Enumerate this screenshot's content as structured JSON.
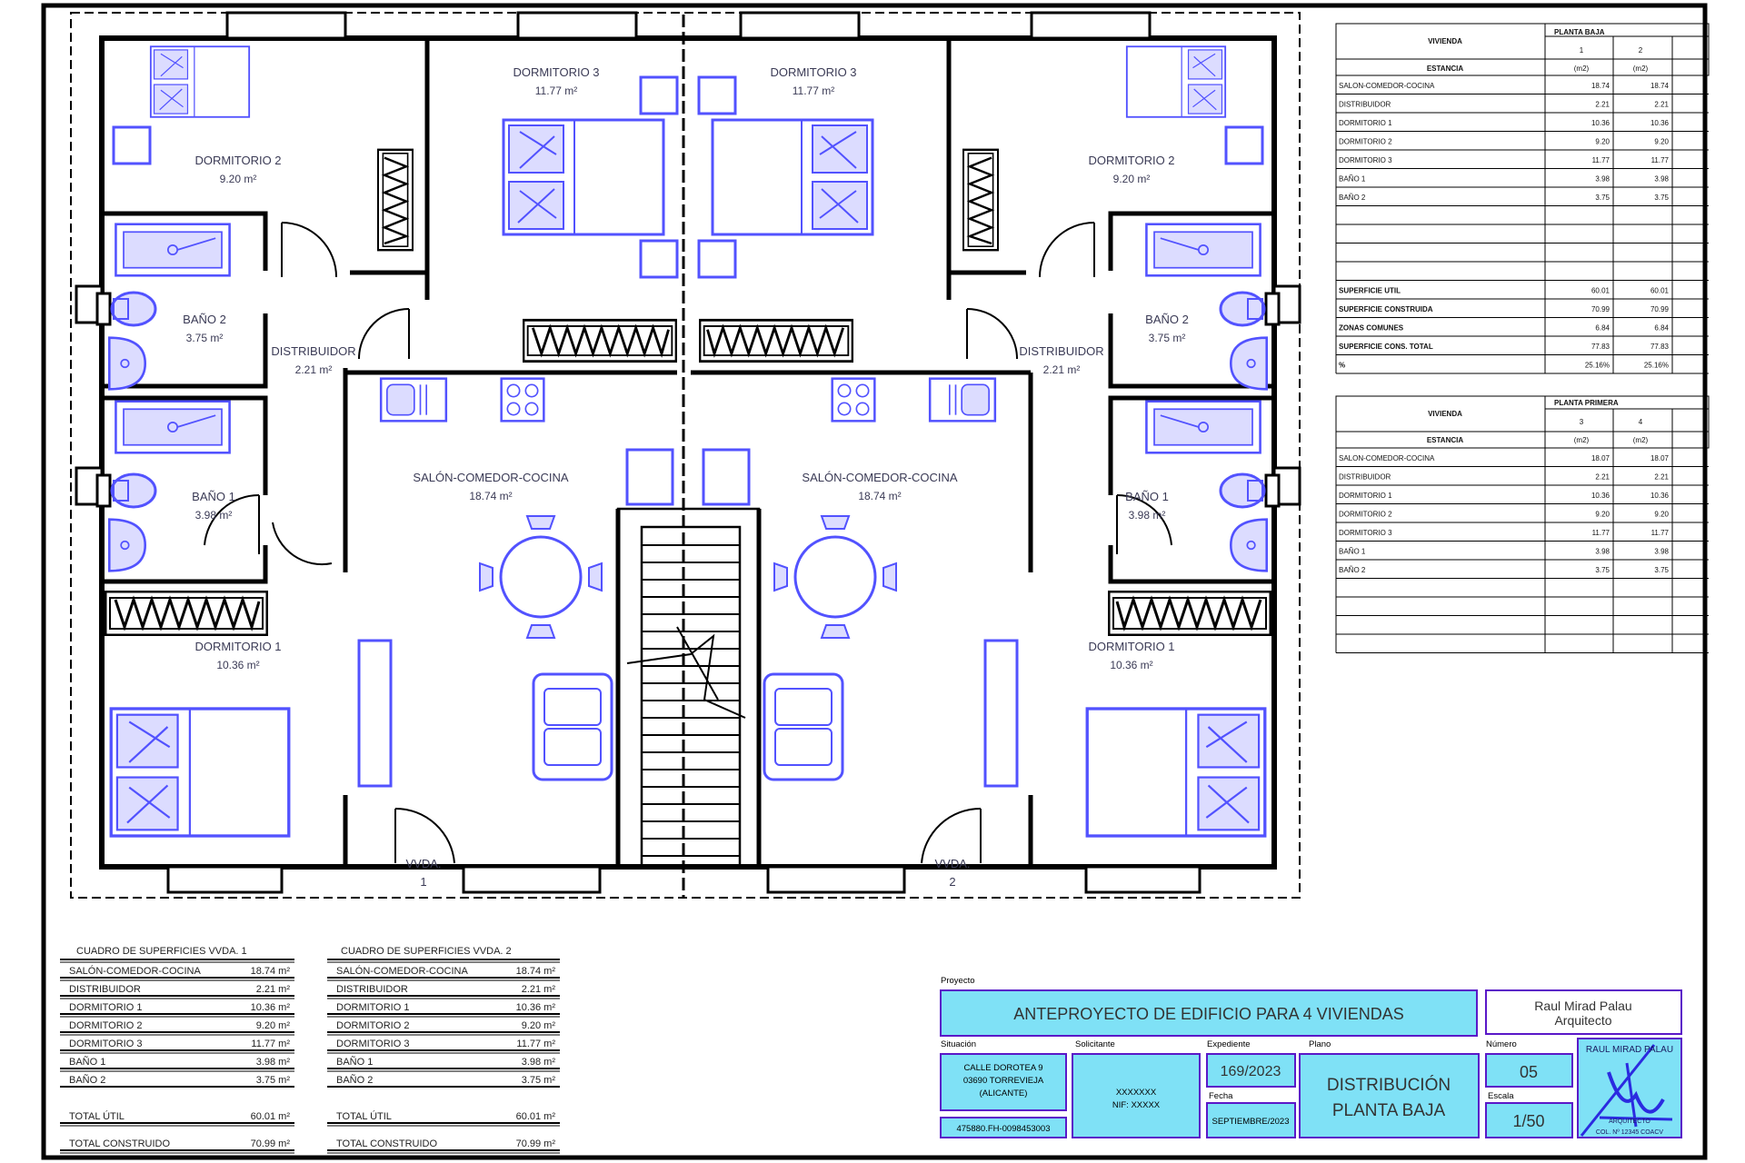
{
  "plan": {
    "units": {
      "left": {
        "dormitorio3": {
          "name": "DORMITORIO 3",
          "area": "11.77 m²"
        },
        "dormitorio2": {
          "name": "DORMITORIO 2",
          "area": "9.20 m²"
        },
        "bano2": {
          "name": "BAÑO 2",
          "area": "3.75 m²"
        },
        "distribuidor": {
          "name": "DISTRIBUIDOR",
          "area": "2.21 m²"
        },
        "bano1": {
          "name": "BAÑO 1",
          "area": "3.98 m²"
        },
        "salon": {
          "name": "SALÓN-COMEDOR-COCINA",
          "area": "18.74 m²"
        },
        "dormitorio1": {
          "name": "DORMITORIO 1",
          "area": "10.36 m²"
        },
        "vvda": {
          "label": "VVDA.",
          "num": "1"
        }
      },
      "right": {
        "dormitorio3": {
          "name": "DORMITORIO 3",
          "area": "11.77 m²"
        },
        "dormitorio2": {
          "name": "DORMITORIO 2",
          "area": "9.20 m²"
        },
        "bano2": {
          "name": "BAÑO 2",
          "area": "3.75 m²"
        },
        "distribuidor": {
          "name": "DISTRIBUIDOR",
          "area": "2.21 m²"
        },
        "bano1": {
          "name": "BAÑO 1",
          "area": "3.98 m²"
        },
        "salon": {
          "name": "SALÓN-COMEDOR-COCINA",
          "area": "18.74 m²"
        },
        "dormitorio1": {
          "name": "DORMITORIO 1",
          "area": "10.36 m²"
        },
        "vvda": {
          "label": "VVDA.",
          "num": "2"
        }
      }
    }
  },
  "surface_tables": [
    {
      "title": "CUADRO DE SUPERFICIES VVDA. 1",
      "rows": [
        {
          "name": "SALÓN-COMEDOR-COCINA",
          "value": "18.74 m²"
        },
        {
          "name": "DISTRIBUIDOR",
          "value": "2.21 m²"
        },
        {
          "name": "DORMITORIO 1",
          "value": "10.36 m²"
        },
        {
          "name": "DORMITORIO 2",
          "value": "9.20 m²"
        },
        {
          "name": "DORMITORIO 3",
          "value": "11.77 m²"
        },
        {
          "name": "BAÑO 1",
          "value": "3.98 m²"
        },
        {
          "name": "BAÑO 2",
          "value": "3.75 m²"
        }
      ],
      "total_util": {
        "name": "TOTAL ÚTIL",
        "value": "60.01 m²"
      },
      "total_construido": {
        "name": "TOTAL CONSTRUIDO",
        "value": "70.99 m²"
      }
    },
    {
      "title": "CUADRO DE SUPERFICIES VVDA. 2",
      "rows": [
        {
          "name": "SALÓN-COMEDOR-COCINA",
          "value": "18.74 m²"
        },
        {
          "name": "DISTRIBUIDOR",
          "value": "2.21 m²"
        },
        {
          "name": "DORMITORIO 1",
          "value": "10.36 m²"
        },
        {
          "name": "DORMITORIO 2",
          "value": "9.20 m²"
        },
        {
          "name": "DORMITORIO 3",
          "value": "11.77 m²"
        },
        {
          "name": "BAÑO 1",
          "value": "3.98 m²"
        },
        {
          "name": "BAÑO 2",
          "value": "3.75 m²"
        }
      ],
      "total_util": {
        "name": "TOTAL ÚTIL",
        "value": "60.01 m²"
      },
      "total_construido": {
        "name": "TOTAL CONSTRUIDO",
        "value": "70.99 m²"
      }
    }
  ],
  "area_tables": [
    {
      "head_vivienda": "VIVIENDA",
      "head_planta": "PLANTA BAJA",
      "head_estancia": "ESTANCIA",
      "unit_numbers": [
        "1",
        "2"
      ],
      "unit_label": "(m2)",
      "rows": [
        {
          "name": "SALON-COMEDOR-COCINA",
          "v": [
            "18.74",
            "18.74"
          ]
        },
        {
          "name": "DISTRIBUIDOR",
          "v": [
            "2.21",
            "2.21"
          ]
        },
        {
          "name": "DORMITORIO 1",
          "v": [
            "10.36",
            "10.36"
          ]
        },
        {
          "name": "DORMITORIO 2",
          "v": [
            "9.20",
            "9.20"
          ]
        },
        {
          "name": "DORMITORIO 3",
          "v": [
            "11.77",
            "11.77"
          ]
        },
        {
          "name": "BAÑO 1",
          "v": [
            "3.98",
            "3.98"
          ]
        },
        {
          "name": "BAÑO 2",
          "v": [
            "3.75",
            "3.75"
          ]
        }
      ],
      "summary": [
        {
          "name": "SUPERFICIE UTIL",
          "v": [
            "60.01",
            "60.01"
          ]
        },
        {
          "name": "SUPERFICIE CONSTRUIDA",
          "v": [
            "70.99",
            "70.99"
          ]
        },
        {
          "name": "ZONAS COMUNES",
          "v": [
            "6.84",
            "6.84"
          ]
        },
        {
          "name": "SUPERFICIE CONS. TOTAL",
          "v": [
            "77.83",
            "77.83"
          ]
        },
        {
          "name": "%",
          "v": [
            "25.16%",
            "25.16%"
          ]
        }
      ]
    },
    {
      "head_vivienda": "VIVIENDA",
      "head_planta": "PLANTA PRIMERA",
      "head_estancia": "ESTANCIA",
      "unit_numbers": [
        "3",
        "4"
      ],
      "unit_label": "(m2)",
      "rows": [
        {
          "name": "SALON-COMEDOR-COCINA",
          "v": [
            "18.07",
            "18.07"
          ]
        },
        {
          "name": "DISTRIBUIDOR",
          "v": [
            "2.21",
            "2.21"
          ]
        },
        {
          "name": "DORMITORIO 1",
          "v": [
            "10.36",
            "10.36"
          ]
        },
        {
          "name": "DORMITORIO 2",
          "v": [
            "9.20",
            "9.20"
          ]
        },
        {
          "name": "DORMITORIO 3",
          "v": [
            "11.77",
            "11.77"
          ]
        },
        {
          "name": "BAÑO 1",
          "v": [
            "3.98",
            "3.98"
          ]
        },
        {
          "name": "BAÑO 2",
          "v": [
            "3.75",
            "3.75"
          ]
        }
      ]
    }
  ],
  "title_block": {
    "proyecto_label": "Proyecto",
    "proyecto": "ANTEPROYECTO DE EDIFICIO PARA 4 VIVIENDAS",
    "author_name": "Raul Mirad Palau",
    "author_role": "Arquitecto",
    "situacion_label": "Situación",
    "situacion": [
      "CALLE DOROTEA 9",
      "03690 TORREVIEJA",
      "(ALICANTE)"
    ],
    "ref": "475880.FH-0098453003",
    "solicitante_label": "Solicitante",
    "solicitante": [
      "XXXXXXX",
      "NIF: XXXXX"
    ],
    "expediente_label": "Expediente",
    "expediente": "169/2023",
    "fecha_label": "Fecha",
    "fecha": "SEPTIEMBRE/2023",
    "plano_label": "Plano",
    "plano": [
      "DISTRIBUCIÓN",
      "PLANTA BAJA"
    ],
    "numero_label": "Número",
    "numero": "05",
    "escala_label": "Escala",
    "escala": "1/50",
    "stamp_name": "RAUL MIRAD PALAU",
    "stamp_role": "ARQUITECTO",
    "stamp_col": "COL. Nº 12345 COACV"
  },
  "colors": {
    "wall": "#000000",
    "furniture": "#5252ff",
    "furniture_fill": "#dcdcff",
    "title_fill": "#7fe1f6",
    "title_border": "#5a18c8"
  }
}
